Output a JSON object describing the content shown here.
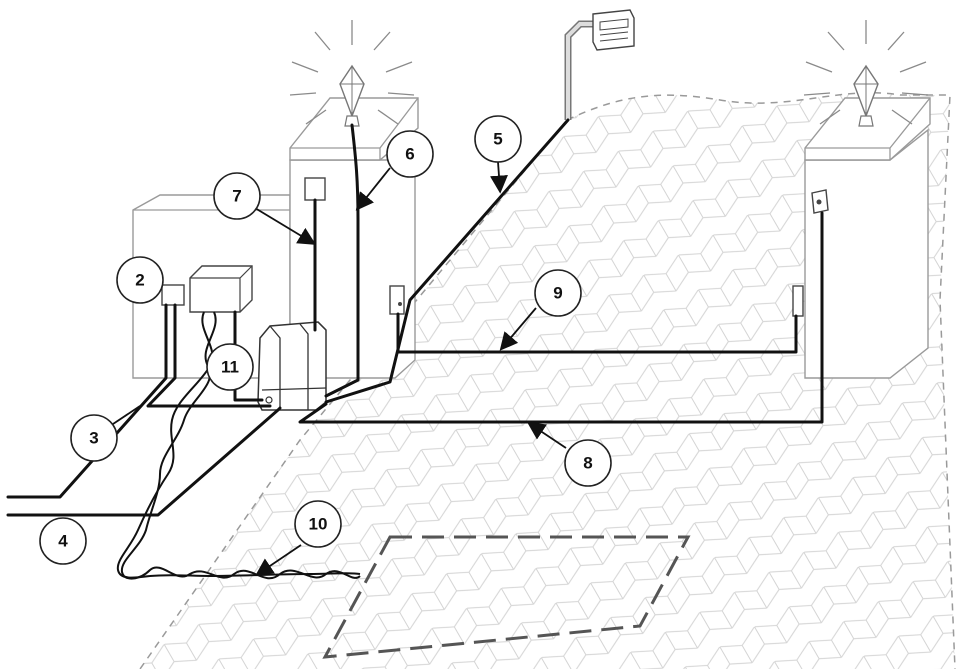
{
  "callouts": [
    {
      "id": "2",
      "label": "2"
    },
    {
      "id": "3",
      "label": "3"
    },
    {
      "id": "4",
      "label": "4"
    },
    {
      "id": "5",
      "label": "5"
    },
    {
      "id": "6",
      "label": "6"
    },
    {
      "id": "7",
      "label": "7"
    },
    {
      "id": "8",
      "label": "8"
    },
    {
      "id": "9",
      "label": "9"
    },
    {
      "id": "10",
      "label": "10"
    },
    {
      "id": "11",
      "label": "11"
    }
  ],
  "colors": {
    "cable": "#111111",
    "outline": "#9a9a9a",
    "paving": "#d4d4d4",
    "loop": "#555555"
  }
}
